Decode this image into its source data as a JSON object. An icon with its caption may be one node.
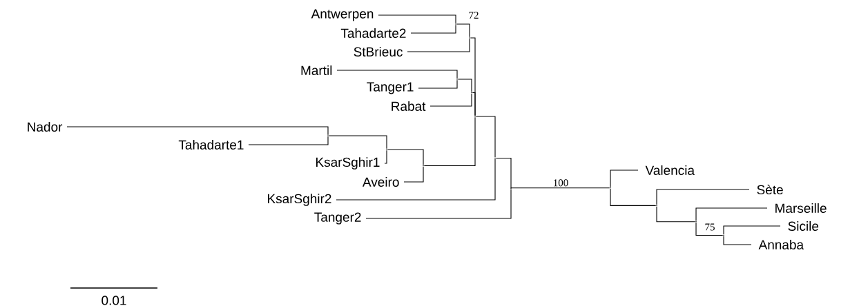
{
  "diagram": {
    "nodes": [
      {
        "text": [
          "Antwerpen"
        ]
      },
      {
        "text": [
          "Tahadarte2"
        ]
      },
      {
        "text": [
          "StBrieuc"
        ]
      },
      {
        "text": [
          "Martil"
        ]
      },
      {
        "text": [
          "Tanger1"
        ]
      },
      {
        "text": [
          "Rabat"
        ]
      },
      {
        "text": [
          "Nador"
        ]
      },
      {
        "text": [
          "Tahadarte1"
        ]
      },
      {
        "text": [
          "KsarSghir1"
        ]
      },
      {
        "text": [
          "Aveiro"
        ]
      },
      {
        "text": [
          "KsarSghir2"
        ]
      },
      {
        "text": [
          "Tanger2"
        ]
      },
      {
        "text": [
          "Valencia"
        ]
      },
      {
        "text": [
          "Sète"
        ]
      },
      {
        "text": [
          "Marseille"
        ]
      },
      {
        "text": [
          "Sicile"
        ]
      },
      {
        "text": [
          "Annaba"
        ]
      },
      {
        "text": [],
        "shape": "point",
        "beside": [
          "72"
        ]
      },
      {
        "text": [],
        "shape": "point"
      },
      {
        "text": [],
        "shape": "point"
      },
      {
        "text": [],
        "shape": "point"
      },
      {
        "text": [],
        "shape": "point"
      },
      {
        "text": [],
        "shape": "point"
      },
      {
        "text": [],
        "shape": "point"
      },
      {
        "text": [],
        "shape": "point"
      },
      {
        "text": [],
        "shape": "point"
      },
      {
        "text": [],
        "shape": "point"
      },
      {
        "text": [],
        "shape": "point"
      },
      {
        "text": [],
        "shape": "point"
      },
      {
        "text": [],
        "shape": "point"
      },
      {
        "text": [],
        "shape": "point",
        "beside": [
          "75"
        ]
      }
    ],
    "edges": [
      {
        "from": 17,
        "to": 0,
        "arrow": "none"
      },
      {
        "from": 17,
        "to": 1,
        "arrow": "none"
      },
      {
        "from": 18,
        "to": 17,
        "arrow": "none"
      },
      {
        "from": 18,
        "to": 2,
        "arrow": "none"
      },
      {
        "from": 19,
        "to": 3,
        "arrow": "none"
      },
      {
        "from": 19,
        "to": 4,
        "arrow": "none"
      },
      {
        "from": 20,
        "to": 19,
        "arrow": "none"
      },
      {
        "from": 20,
        "to": 5,
        "arrow": "none"
      },
      {
        "from": 21,
        "to": 6,
        "arrow": "none"
      },
      {
        "from": 21,
        "to": 7,
        "arrow": "none"
      },
      {
        "from": 22,
        "to": 21,
        "arrow": "none"
      },
      {
        "from": 22,
        "to": 8,
        "arrow": "none"
      },
      {
        "from": 23,
        "to": 22,
        "arrow": "none"
      },
      {
        "from": 23,
        "to": 9,
        "arrow": "none"
      },
      {
        "from": 24,
        "to": 18,
        "arrow": "none"
      },
      {
        "from": 24,
        "to": 20,
        "arrow": "none"
      },
      {
        "from": 24,
        "to": 23,
        "arrow": "none"
      },
      {
        "from": 25,
        "to": 24,
        "arrow": "none"
      },
      {
        "from": 25,
        "to": 10,
        "arrow": "none"
      },
      {
        "from": 26,
        "to": 25,
        "arrow": "none"
      },
      {
        "from": 26,
        "to": 11,
        "arrow": "none"
      },
      {
        "from": 26,
        "to": 27,
        "arrow": "none",
        "label": "100"
      },
      {
        "from": 27,
        "to": 12,
        "arrow": "none"
      },
      {
        "from": 27,
        "to": 28,
        "arrow": "none"
      },
      {
        "from": 28,
        "to": 13,
        "arrow": "none"
      },
      {
        "from": 28,
        "to": 29,
        "arrow": "none"
      },
      {
        "from": 29,
        "to": 14,
        "arrow": "none"
      },
      {
        "from": 29,
        "to": 30,
        "arrow": "none"
      },
      {
        "from": 30,
        "to": 15,
        "arrow": "none"
      },
      {
        "from": 30,
        "to": 16,
        "arrow": "none"
      }
    ],
    "labels": [
      "0.01"
    ]
  }
}
